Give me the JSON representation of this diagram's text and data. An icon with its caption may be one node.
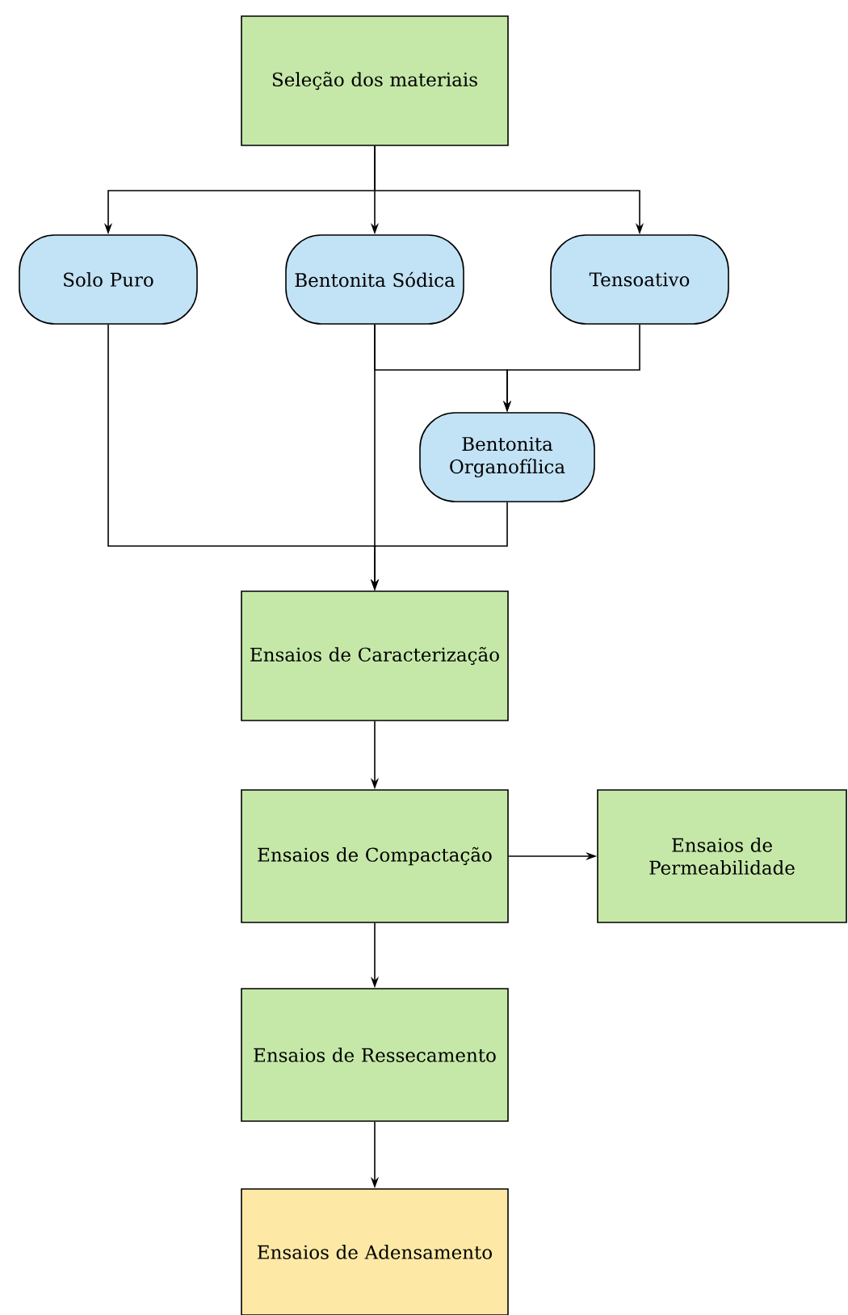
{
  "diagram": {
    "nodes": [
      {
        "text": [
          "Seleção dos materiais"
        ]
      },
      {
        "text": [
          "Solo Puro"
        ]
      },
      {
        "text": [
          "Bentonita Sódica"
        ]
      },
      {
        "text": [
          "Tensoativo"
        ]
      },
      {
        "text": [
          "Bentonita Organofílica"
        ]
      },
      {
        "text": [
          "Ensaios de Caracterização"
        ]
      },
      {
        "text": [
          "Ensaios de Compactação"
        ]
      },
      {
        "text": [
          "Ensaios de Permeabilidade"
        ]
      },
      {
        "text": [
          "Ensaios de Ressecamento"
        ]
      },
      {
        "text": [
          "Ensaios de Adensamento"
        ]
      }
    ],
    "edges": [
      {
        "from": 0,
        "to": 1,
        "arrow": "to"
      },
      {
        "from": 0,
        "to": 2,
        "arrow": "to"
      },
      {
        "from": 0,
        "to": 3,
        "arrow": "to"
      },
      {
        "from": 2,
        "to": 4,
        "arrow": "to"
      },
      {
        "from": 3,
        "to": 4,
        "arrow": "to"
      },
      {
        "from": 1,
        "to": 5,
        "arrow": "to"
      },
      {
        "from": 2,
        "to": 5,
        "arrow": "to"
      },
      {
        "from": 4,
        "to": 5,
        "arrow": "to"
      },
      {
        "from": 5,
        "to": 6,
        "arrow": "to"
      },
      {
        "from": 6,
        "to": 7,
        "arrow": "to"
      },
      {
        "from": 6,
        "to": 8,
        "arrow": "to"
      },
      {
        "from": 8,
        "to": 9,
        "arrow": "to"
      }
    ]
  }
}
